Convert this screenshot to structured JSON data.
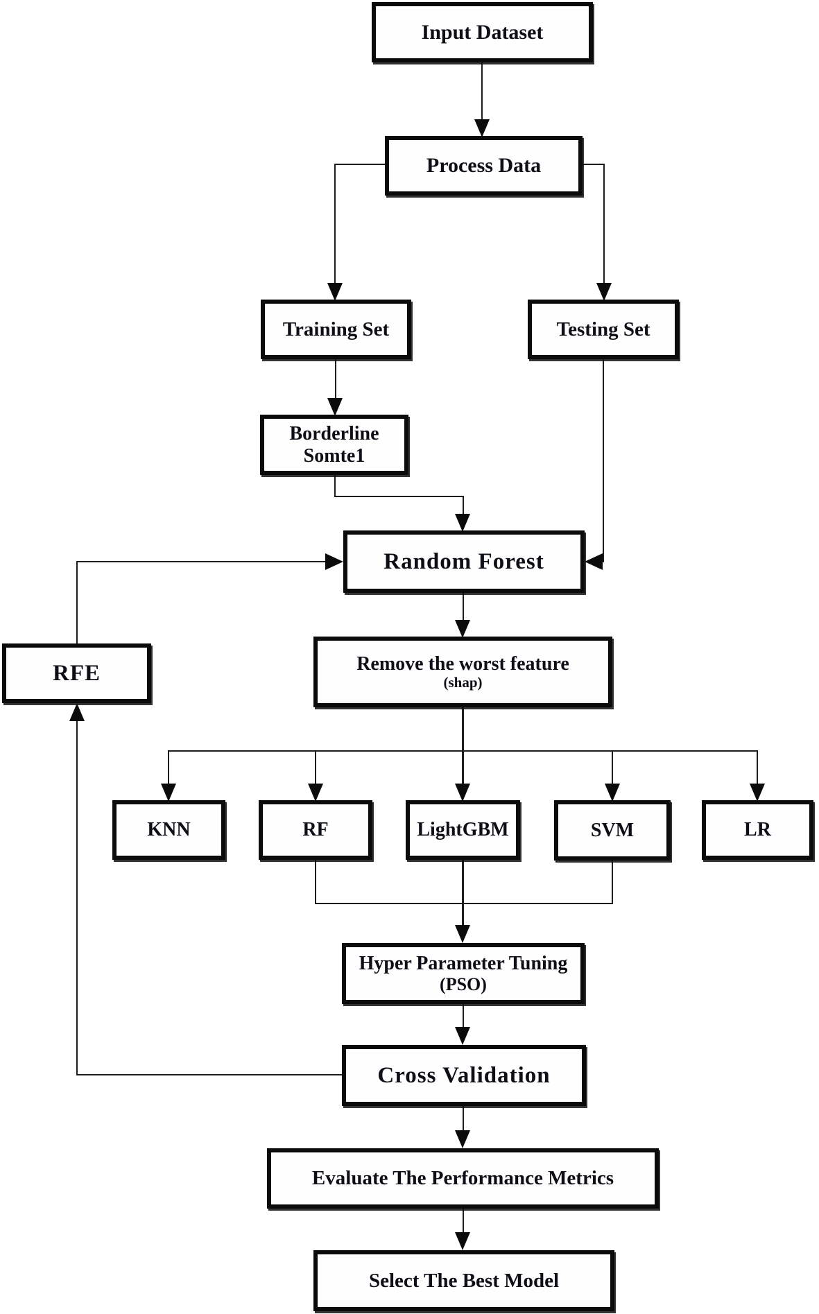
{
  "diagram": {
    "type": "flowchart",
    "background": "#ffffff",
    "colors": {
      "box_border": "#0b0b0b",
      "text": "#0e0e16",
      "line": "#1e1e1e"
    },
    "nodes": {
      "input_dataset": {
        "label": "Input Dataset"
      },
      "process_data": {
        "label": "Process Data"
      },
      "training_set": {
        "label": "Training Set"
      },
      "testing_set": {
        "label": "Testing Set"
      },
      "borderline_smote": {
        "line1": "Borderline",
        "line2": "Somte1"
      },
      "random_forest": {
        "label": "Random Forest"
      },
      "rfe": {
        "label": "RFE"
      },
      "remove_worst_feature": {
        "line1": "Remove the worst feature",
        "line2": "(shap)"
      },
      "knn": {
        "label": "KNN"
      },
      "rf": {
        "label": "RF"
      },
      "lightgbm": {
        "label": "LightGBM"
      },
      "svm": {
        "label": "SVM"
      },
      "lr": {
        "label": "LR"
      },
      "hyper_parameter_tuning": {
        "line1": "Hyper Parameter Tuning",
        "line2": "(PSO)"
      },
      "cross_validation": {
        "label": "Cross Validation"
      },
      "evaluate_metrics": {
        "label": "Evaluate The Performance Metrics"
      },
      "select_best_model": {
        "label": "Select The Best Model"
      }
    },
    "edges": [
      {
        "from": "Input Dataset",
        "to": "Process Data"
      },
      {
        "from": "Process Data",
        "to": "Training Set"
      },
      {
        "from": "Process Data",
        "to": "Testing Set"
      },
      {
        "from": "Training Set",
        "to": "Borderline Somte1"
      },
      {
        "from": "Borderline Somte1",
        "to": "Random Forest"
      },
      {
        "from": "Testing Set",
        "to": "Random Forest"
      },
      {
        "from": "RFE",
        "to": "Random Forest"
      },
      {
        "from": "Random Forest",
        "to": "Remove the worst feature (shap)"
      },
      {
        "from": "Remove the worst feature (shap)",
        "to": "KNN"
      },
      {
        "from": "Remove the worst feature (shap)",
        "to": "RF"
      },
      {
        "from": "Remove the worst feature (shap)",
        "to": "LightGBM"
      },
      {
        "from": "Remove the worst feature (shap)",
        "to": "SVM"
      },
      {
        "from": "Remove the worst feature (shap)",
        "to": "LR"
      },
      {
        "from": "RF",
        "to": "Hyper Parameter Tuning (PSO)"
      },
      {
        "from": "LightGBM",
        "to": "Hyper Parameter Tuning (PSO)"
      },
      {
        "from": "SVM",
        "to": "Hyper Parameter Tuning (PSO)"
      },
      {
        "from": "Hyper Parameter Tuning (PSO)",
        "to": "Cross Validation"
      },
      {
        "from": "Cross Validation",
        "to": "RFE"
      },
      {
        "from": "Cross Validation",
        "to": "Evaluate The Performance Metrics"
      },
      {
        "from": "Evaluate The Performance Metrics",
        "to": "Select The Best Model"
      }
    ]
  }
}
